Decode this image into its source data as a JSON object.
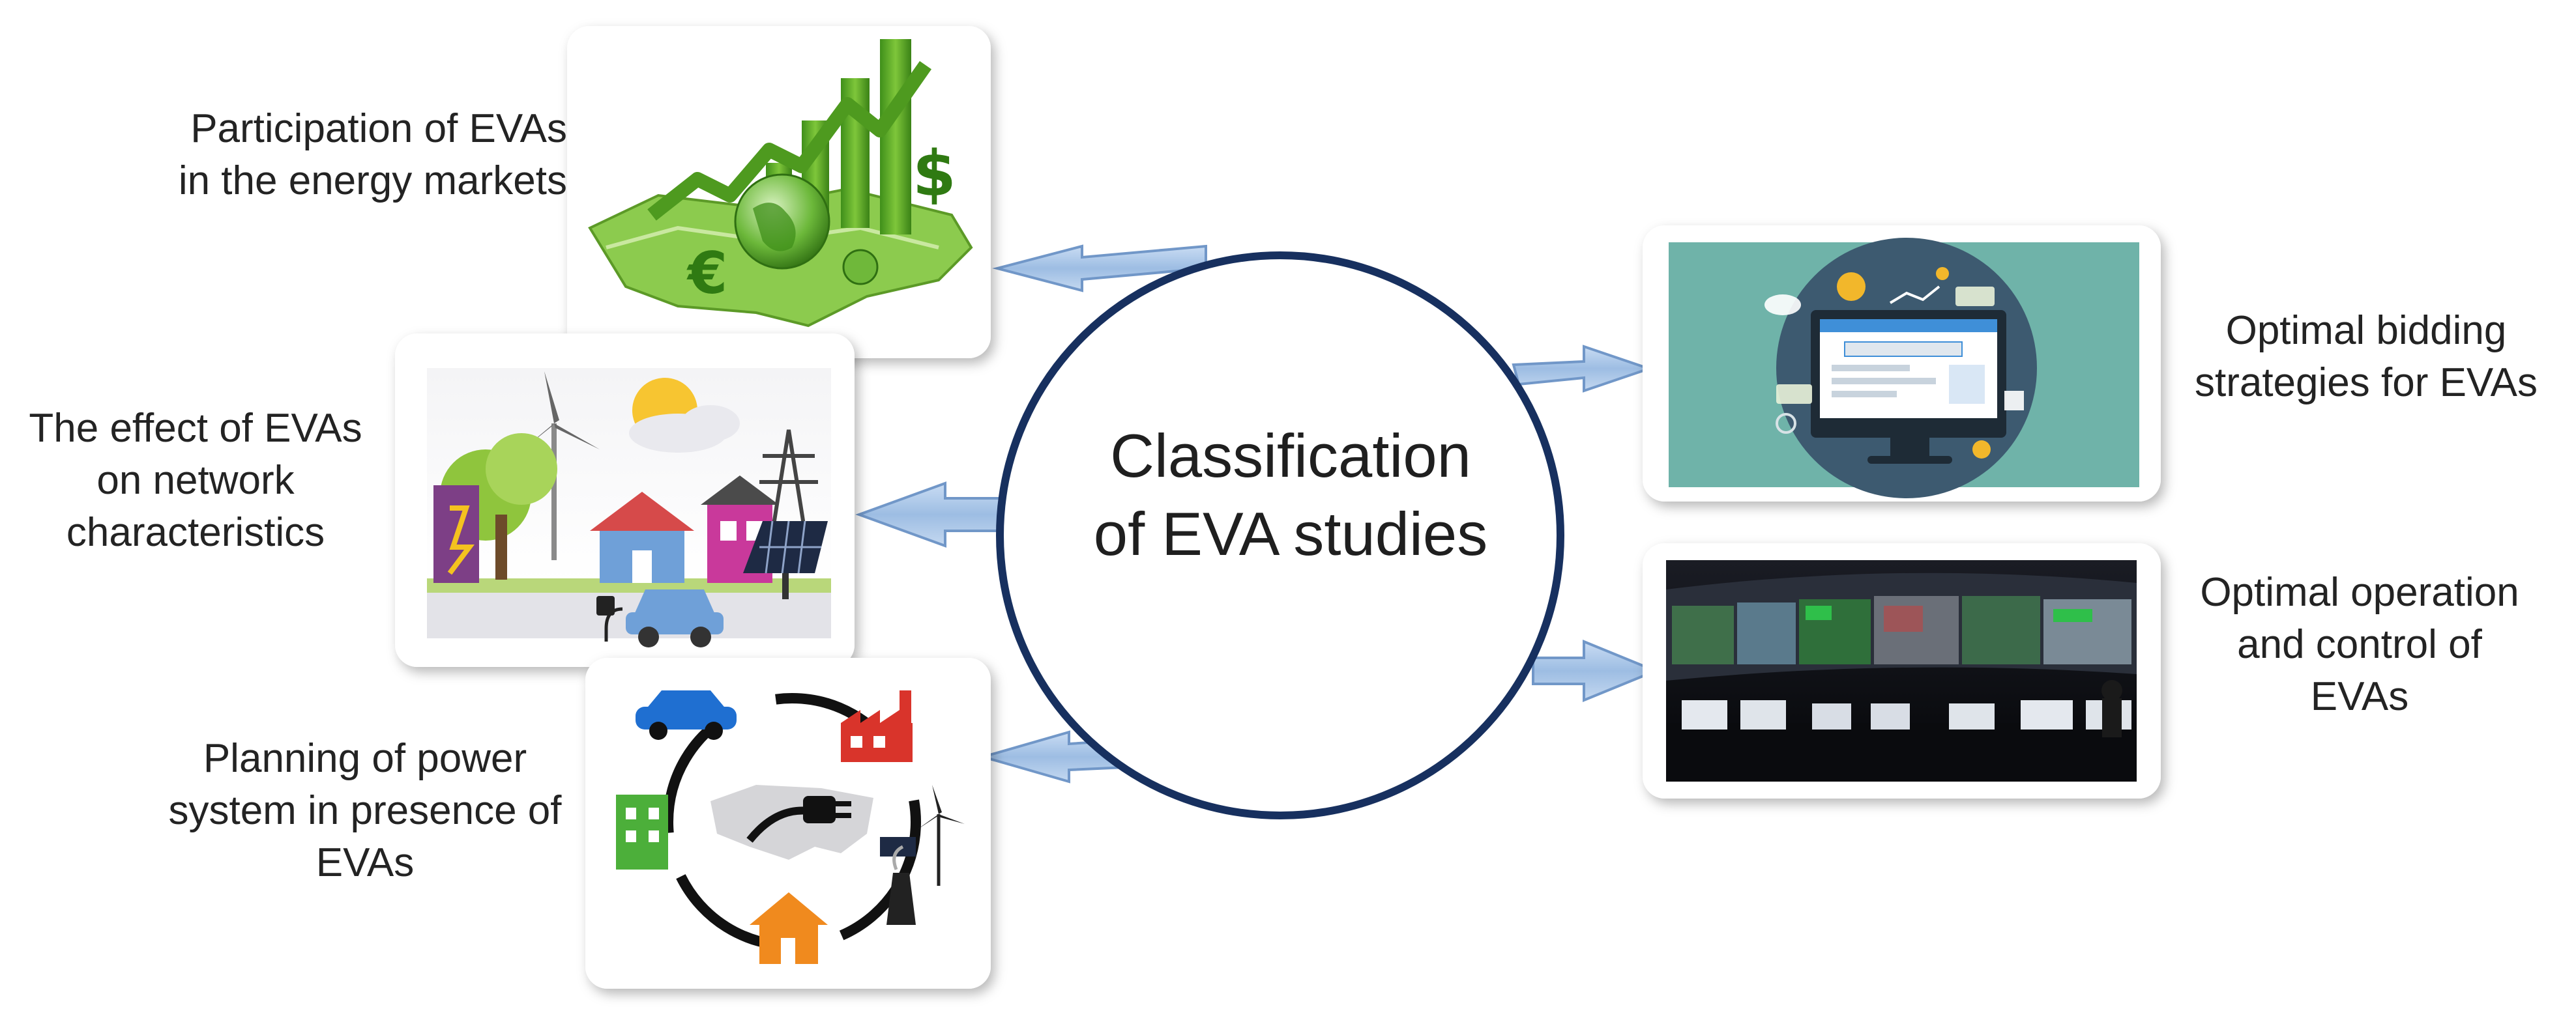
{
  "center": {
    "line1": "Classification",
    "line2": "of EVA studies"
  },
  "branches": {
    "energy_markets": {
      "line1": "Participation of EVAs",
      "line2": "in the energy markets",
      "icon": "energy-market-globe-icon"
    },
    "network_effect": {
      "line1": "The effect of EVAs",
      "line2": "on network",
      "line3": "characteristics",
      "icon": "smart-grid-town-icon"
    },
    "planning": {
      "line1": "Planning of power",
      "line2": "system in presence of",
      "line3": "EVAs",
      "icon": "power-system-cycle-icon"
    },
    "bidding": {
      "line1": "Optimal bidding",
      "line2": "strategies for EVAs",
      "icon": "online-bidding-monitor-icon"
    },
    "operation": {
      "line1": "Optimal operation",
      "line2": "and control of",
      "line3": "EVAs",
      "icon": "control-room-icon"
    }
  },
  "colors": {
    "circle_stroke": "#17305f",
    "arrow_fill": "#a9c6e8",
    "arrow_stroke": "#6e93c4",
    "teal_panel": "#6fb3a9"
  }
}
